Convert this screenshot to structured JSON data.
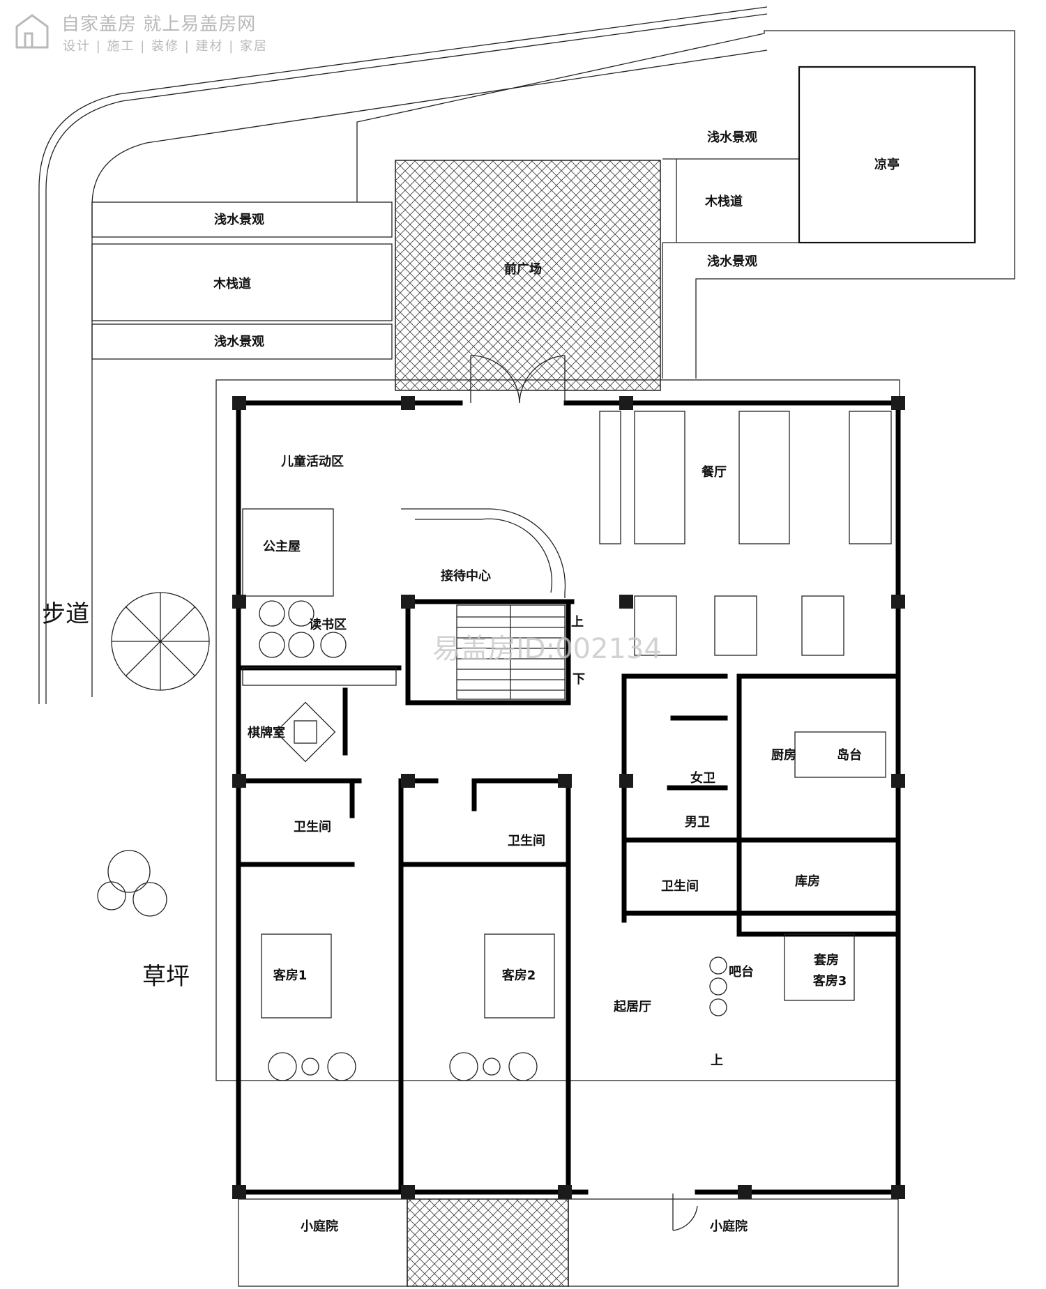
{
  "brand": {
    "title": "自家盖房 就上易盖房网",
    "subtitle": "设计 | 施工 | 装修 | 建材 | 家居"
  },
  "watermark": "易盖房ID:002134",
  "labels": {
    "shallow_water_1": "浅水景观",
    "boardwalk_1": "木栈道",
    "shallow_water_2": "浅水景观",
    "shallow_water_top": "浅水景观",
    "boardwalk_2": "木栈道",
    "shallow_water_3": "浅水景观",
    "pavilion": "凉亭",
    "front_plaza": "前广场",
    "kids_area": "儿童活动区",
    "dining": "餐厅",
    "princess_room": "公主屋",
    "reception": "接待中心",
    "reading": "读书区",
    "stair_up": "上",
    "stair_down": "下",
    "mahjong": "棋牌室",
    "bath_1": "卫生间",
    "bath_2": "卫生间",
    "bath_3": "卫生间",
    "women_wc": "女卫",
    "men_wc": "男卫",
    "kitchen": "厨房",
    "island": "岛台",
    "storage": "库房",
    "guest_1": "客房1",
    "guest_2": "客房2",
    "suite": "套房",
    "guest_3": "客房3",
    "bar": "吧台",
    "living": "起居厅",
    "entry_up": "上",
    "sidewalk": "步道",
    "lawn": "草坪",
    "yard_1": "小庭院",
    "yard_2": "小庭院"
  }
}
